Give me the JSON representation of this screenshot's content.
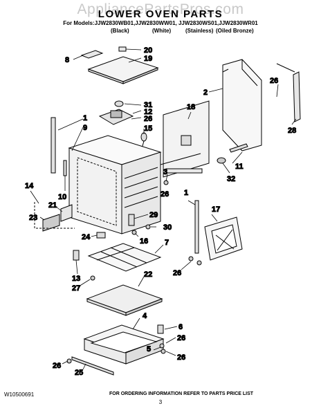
{
  "watermark": "AppliancePartsPros.com",
  "title": "LOWER OVEN PARTS",
  "models_line": "For Models:JJW2830WB01,JJW2830WW01, JJW2830WS01,JJW2830WR01",
  "finishes": [
    "(Black)",
    "(White)",
    "(Stainless)",
    "(Oiled Bronze)"
  ],
  "callouts": {
    "c8": "8",
    "c20": "20",
    "c19": "19",
    "c2": "2",
    "c26a": "26",
    "c28": "28",
    "c31": "31",
    "c12": "12",
    "c26b": "26",
    "c15": "15",
    "c18": "18",
    "c1a": "1",
    "c9": "9",
    "c11": "11",
    "c32": "32",
    "c3": "3",
    "c26c": "26",
    "c14": "14",
    "c10": "10",
    "c21": "21",
    "c23": "23",
    "c29": "29",
    "c30": "30",
    "c16": "16",
    "c24": "24",
    "c1b": "1",
    "c17": "17",
    "c7": "7",
    "c26d": "26",
    "c13": "13",
    "c27": "27",
    "c22": "22",
    "c4": "4",
    "c6": "6",
    "c26e": "26",
    "c5": "5",
    "c26f": "26",
    "c26g": "26",
    "c25": "25"
  },
  "footer": {
    "doc_number": "W10500691",
    "ordering_note": "FOR ORDERING INFORMATION REFER TO PARTS PRICE LIST",
    "page_number": "3"
  }
}
